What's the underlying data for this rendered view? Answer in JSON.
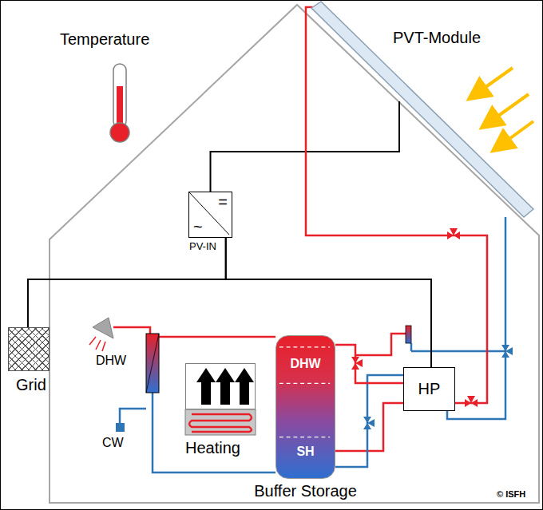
{
  "diagram": {
    "nodes": [
      {
        "text": [
          "PVT-Module"
        ]
      },
      {
        "text": [
          "=",
          "~",
          "PV-IN"
        ]
      },
      {
        "text": [
          "Grid"
        ]
      },
      {
        "text": [
          "Heating"
        ]
      },
      {
        "text": [
          "DHW",
          "SH",
          "Buffer Storage"
        ]
      },
      {
        "text": [
          "HP"
        ]
      }
    ],
    "edges": [
      {
        "from": 0,
        "to": 1,
        "arrow": "none"
      },
      {
        "from": 1,
        "to": 2,
        "arrow": "none"
      },
      {
        "from": 1,
        "to": 5,
        "arrow": "none"
      },
      {
        "from": 0,
        "to": 5,
        "arrow": "none"
      },
      {
        "from": 5,
        "to": 4,
        "arrow": "none"
      }
    ],
    "labels": [
      "Temperature",
      "DHW",
      "CW",
      "© ISFH"
    ]
  }
}
